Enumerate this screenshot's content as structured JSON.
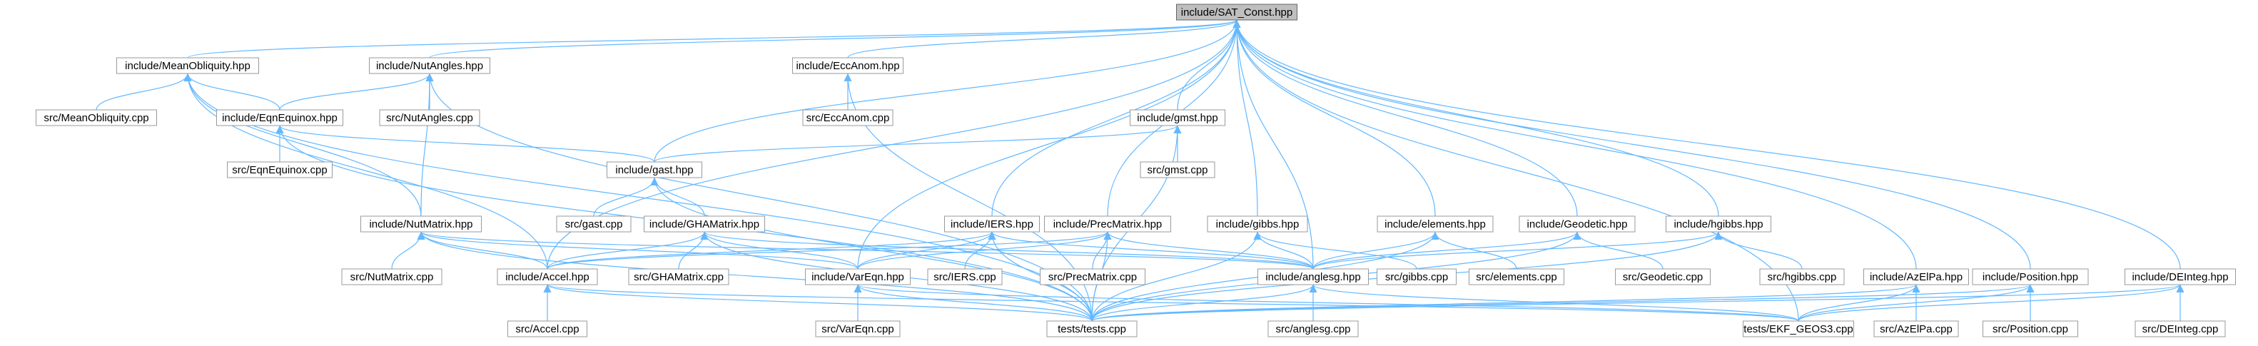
{
  "graph": {
    "root": "include/SAT_Const.hpp",
    "colors": {
      "edge": "#63b8ff",
      "root_fill": "#bfbfbf",
      "node_border": "#999999"
    },
    "nodes": [
      {
        "id": "sat",
        "label": "include/SAT_Const.hpp",
        "root": true
      },
      {
        "id": "meanobl",
        "label": "include/MeanObliquity.hpp"
      },
      {
        "id": "nutangles",
        "label": "include/NutAngles.hpp"
      },
      {
        "id": "eccanom",
        "label": "include/EccAnom.hpp"
      },
      {
        "id": "meanobl_cpp",
        "label": "src/MeanObliquity.cpp"
      },
      {
        "id": "eqnequinox",
        "label": "include/EqnEquinox.hpp"
      },
      {
        "id": "nutangles_cpp",
        "label": "src/NutAngles.cpp"
      },
      {
        "id": "eccanom_cpp",
        "label": "src/EccAnom.cpp"
      },
      {
        "id": "gmst",
        "label": "include/gmst.hpp"
      },
      {
        "id": "eqnequinox_cpp",
        "label": "src/EqnEquinox.cpp"
      },
      {
        "id": "gast",
        "label": "include/gast.hpp"
      },
      {
        "id": "gmst_cpp",
        "label": "src/gmst.cpp"
      },
      {
        "id": "nutmatrix",
        "label": "include/NutMatrix.hpp"
      },
      {
        "id": "gast_cpp",
        "label": "src/gast.cpp"
      },
      {
        "id": "ghamatrix",
        "label": "include/GHAMatrix.hpp"
      },
      {
        "id": "iers",
        "label": "include/IERS.hpp"
      },
      {
        "id": "precmatrix",
        "label": "include/PrecMatrix.hpp"
      },
      {
        "id": "gibbs",
        "label": "include/gibbs.hpp"
      },
      {
        "id": "elements",
        "label": "include/elements.hpp"
      },
      {
        "id": "geodetic",
        "label": "include/Geodetic.hpp"
      },
      {
        "id": "hgibbs",
        "label": "include/hgibbs.hpp"
      },
      {
        "id": "nutmatrix_cpp",
        "label": "src/NutMatrix.cpp"
      },
      {
        "id": "accel",
        "label": "include/Accel.hpp"
      },
      {
        "id": "ghamatrix_cpp",
        "label": "src/GHAMatrix.cpp"
      },
      {
        "id": "vareqn",
        "label": "include/VarEqn.hpp"
      },
      {
        "id": "iers_cpp",
        "label": "src/IERS.cpp"
      },
      {
        "id": "precmatrix_cpp",
        "label": "src/PrecMatrix.cpp"
      },
      {
        "id": "anglesg",
        "label": "include/anglesg.hpp"
      },
      {
        "id": "gibbs_cpp",
        "label": "src/gibbs.cpp"
      },
      {
        "id": "elements_cpp",
        "label": "src/elements.cpp"
      },
      {
        "id": "geodetic_cpp",
        "label": "src/Geodetic.cpp"
      },
      {
        "id": "hgibbs_cpp",
        "label": "src/hgibbs.cpp"
      },
      {
        "id": "azelpa",
        "label": "include/AzElPa.hpp"
      },
      {
        "id": "position",
        "label": "include/Position.hpp"
      },
      {
        "id": "deinteg",
        "label": "include/DEInteg.hpp"
      },
      {
        "id": "accel_cpp",
        "label": "src/Accel.cpp"
      },
      {
        "id": "vareqn_cpp",
        "label": "src/VarEqn.cpp"
      },
      {
        "id": "tests",
        "label": "tests/tests.cpp"
      },
      {
        "id": "anglesg_cpp",
        "label": "src/anglesg.cpp"
      },
      {
        "id": "ekf",
        "label": "tests/EKF_GEOS3.cpp"
      },
      {
        "id": "azelpa_cpp",
        "label": "src/AzElPa.cpp"
      },
      {
        "id": "position_cpp",
        "label": "src/Position.cpp"
      },
      {
        "id": "deinteg_cpp",
        "label": "src/DEInteg.cpp"
      }
    ],
    "edges": [
      [
        "meanobl",
        "sat"
      ],
      [
        "nutangles",
        "sat"
      ],
      [
        "eccanom",
        "sat"
      ],
      [
        "gmst",
        "sat"
      ],
      [
        "gast",
        "sat"
      ],
      [
        "accel",
        "sat"
      ],
      [
        "vareqn",
        "sat"
      ],
      [
        "iers",
        "sat"
      ],
      [
        "precmatrix",
        "sat"
      ],
      [
        "gibbs",
        "sat"
      ],
      [
        "anglesg",
        "sat"
      ],
      [
        "elements",
        "sat"
      ],
      [
        "geodetic",
        "sat"
      ],
      [
        "hgibbs",
        "sat"
      ],
      [
        "azelpa",
        "sat"
      ],
      [
        "position",
        "sat"
      ],
      [
        "deinteg",
        "sat"
      ],
      [
        "ekf",
        "sat"
      ],
      [
        "meanobl_cpp",
        "meanobl"
      ],
      [
        "eqnequinox",
        "meanobl"
      ],
      [
        "nutmatrix",
        "meanobl"
      ],
      [
        "tests",
        "meanobl"
      ],
      [
        "accel",
        "meanobl"
      ],
      [
        "nutangles_cpp",
        "nutangles"
      ],
      [
        "eqnequinox",
        "nutangles"
      ],
      [
        "nutmatrix",
        "nutangles"
      ],
      [
        "tests",
        "nutangles"
      ],
      [
        "eccanom_cpp",
        "eccanom"
      ],
      [
        "tests",
        "eccanom"
      ],
      [
        "eqnequinox_cpp",
        "eqnequinox"
      ],
      [
        "gast",
        "eqnequinox"
      ],
      [
        "tests",
        "eqnequinox"
      ],
      [
        "gmst_cpp",
        "gmst"
      ],
      [
        "gast",
        "gmst"
      ],
      [
        "tests",
        "gmst"
      ],
      [
        "gast_cpp",
        "gast"
      ],
      [
        "ghamatrix",
        "gast"
      ],
      [
        "tests",
        "gast"
      ],
      [
        "nutmatrix_cpp",
        "nutmatrix"
      ],
      [
        "accel",
        "nutmatrix"
      ],
      [
        "vareqn",
        "nutmatrix"
      ],
      [
        "anglesg",
        "nutmatrix"
      ],
      [
        "tests",
        "nutmatrix"
      ],
      [
        "ghamatrix_cpp",
        "ghamatrix"
      ],
      [
        "accel",
        "ghamatrix"
      ],
      [
        "vareqn",
        "ghamatrix"
      ],
      [
        "anglesg",
        "ghamatrix"
      ],
      [
        "tests",
        "ghamatrix"
      ],
      [
        "iers_cpp",
        "iers"
      ],
      [
        "accel",
        "iers"
      ],
      [
        "vareqn",
        "iers"
      ],
      [
        "anglesg",
        "iers"
      ],
      [
        "tests",
        "iers"
      ],
      [
        "precmatrix_cpp",
        "precmatrix"
      ],
      [
        "accel",
        "precmatrix"
      ],
      [
        "vareqn",
        "precmatrix"
      ],
      [
        "anglesg",
        "precmatrix"
      ],
      [
        "tests",
        "precmatrix"
      ],
      [
        "gibbs_cpp",
        "gibbs"
      ],
      [
        "anglesg",
        "gibbs"
      ],
      [
        "tests",
        "gibbs"
      ],
      [
        "elements_cpp",
        "elements"
      ],
      [
        "anglesg",
        "elements"
      ],
      [
        "tests",
        "elements"
      ],
      [
        "geodetic_cpp",
        "geodetic"
      ],
      [
        "anglesg",
        "geodetic"
      ],
      [
        "tests",
        "geodetic"
      ],
      [
        "hgibbs_cpp",
        "hgibbs"
      ],
      [
        "anglesg",
        "hgibbs"
      ],
      [
        "tests",
        "hgibbs"
      ],
      [
        "accel_cpp",
        "accel"
      ],
      [
        "tests",
        "accel"
      ],
      [
        "ekf",
        "accel"
      ],
      [
        "vareqn_cpp",
        "vareqn"
      ],
      [
        "tests",
        "vareqn"
      ],
      [
        "ekf",
        "vareqn"
      ],
      [
        "anglesg_cpp",
        "anglesg"
      ],
      [
        "tests",
        "anglesg"
      ],
      [
        "ekf",
        "anglesg"
      ],
      [
        "azelpa_cpp",
        "azelpa"
      ],
      [
        "tests",
        "azelpa"
      ],
      [
        "ekf",
        "azelpa"
      ],
      [
        "position_cpp",
        "position"
      ],
      [
        "tests",
        "position"
      ],
      [
        "ekf",
        "position"
      ],
      [
        "deinteg_cpp",
        "deinteg"
      ],
      [
        "tests",
        "deinteg"
      ],
      [
        "ekf",
        "deinteg"
      ]
    ]
  }
}
